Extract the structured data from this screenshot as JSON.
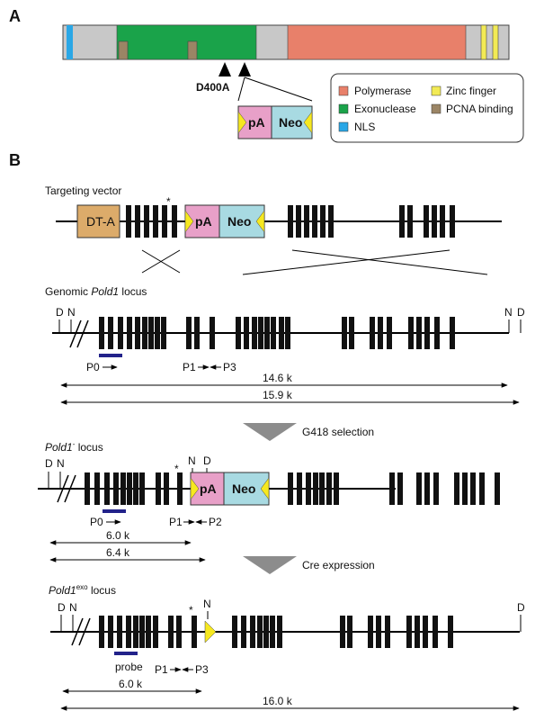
{
  "panel_a": {
    "label": "A",
    "mutation_label": "D400A",
    "insert_pa": "pA",
    "insert_neo": "Neo",
    "legend": {
      "polymerase": "Polymerase",
      "exonuclease": "Exonuclease",
      "nls": "NLS",
      "zinc_finger": "Zinc finger",
      "pcna": "PCNA binding"
    }
  },
  "panel_b": {
    "label": "B",
    "vector": {
      "title": "Targeting vector",
      "dta": "DT-A",
      "pa": "pA",
      "neo": "Neo",
      "star": "*"
    },
    "genomic": {
      "title_prefix": "Genomic ",
      "title_gene": "Pold1",
      "title_suffix": " locus",
      "d_left": "D",
      "n_left": "N",
      "n_right": "N",
      "d_right": "D",
      "p0": "P0",
      "p1": "P1",
      "p3": "P3",
      "size1": "14.6 k",
      "size2": "15.9 k"
    },
    "step1": "G418 selection",
    "minus": {
      "title_gene": "Pold1",
      "title_sup": "-",
      "title_suffix": " locus",
      "d_left": "D",
      "n_left": "N",
      "n_mid": "N",
      "d_mid": "D",
      "star": "*",
      "pa": "pA",
      "neo": "Neo",
      "p0": "P0",
      "p1": "P1",
      "p2": "P2",
      "size1": "6.0 k",
      "size2": "6.4 k"
    },
    "step2": "Cre expression",
    "exo": {
      "title_gene": "Pold1",
      "title_sup": "exo",
      "title_suffix": " locus",
      "d_left": "D",
      "n_left": "N",
      "n_mid": "N",
      "d_right": "D",
      "star": "*",
      "probe": "probe",
      "p1": "P1",
      "p3": "P3",
      "size1": "6.0 k",
      "size2": "16.0 k"
    }
  },
  "colors": {
    "polymerase": "#e8806a",
    "exonuclease": "#1aa34a",
    "nls": "#2aa7e6",
    "zinc": "#f2ea55",
    "pcna": "#9b8565",
    "grey": "#c8c8c8",
    "dta": "#dcab6a",
    "pa": "#e8a0c8",
    "neo": "#a8dae2",
    "loxp": "#f6e820",
    "probe": "#22228a",
    "arrow": "#8c8c8c"
  }
}
